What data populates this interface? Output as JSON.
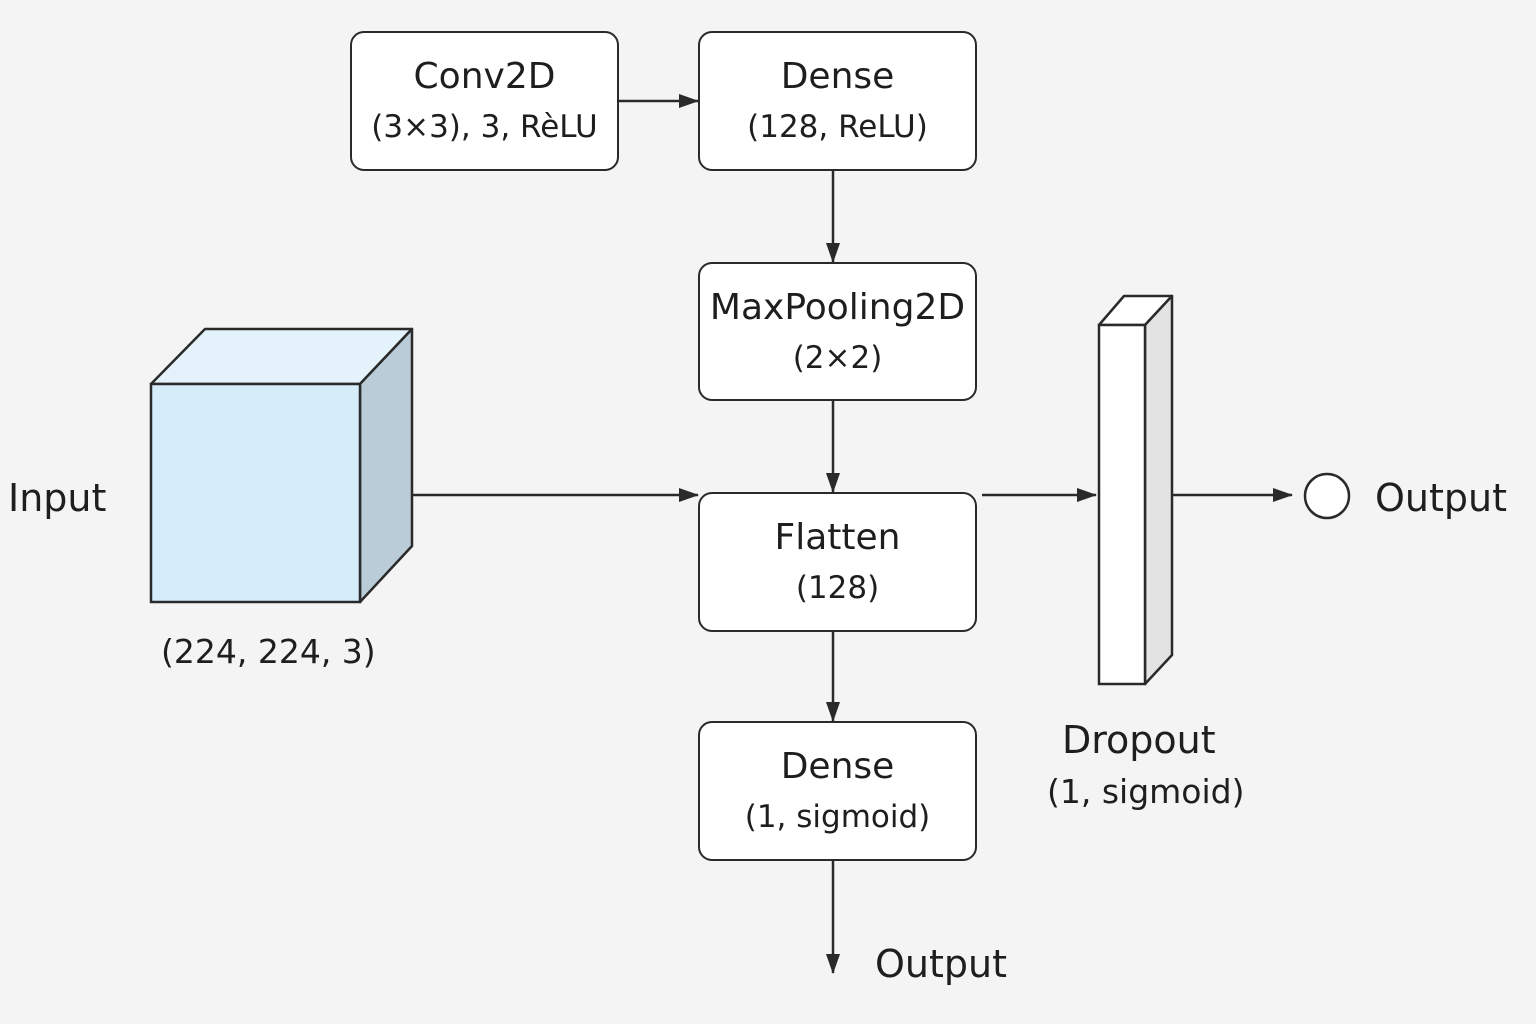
{
  "input": {
    "label": "Input",
    "shape": "(224, 224, 3)"
  },
  "layers": {
    "conv": {
      "title": "Conv2D",
      "params": "(3×3), 3, RèLU"
    },
    "dense1": {
      "title": "Dense",
      "params": "(128, ReLU)"
    },
    "pool": {
      "title": "MaxPooling2D",
      "params": "(2×2)"
    },
    "flatten": {
      "title": "Flatten",
      "params": "(128)"
    },
    "dense2": {
      "title": "Dense",
      "params": "(1, sigmoid)"
    },
    "dropout": {
      "title": "Dropout",
      "params": "(1, sigmoid)"
    }
  },
  "outputs": {
    "bottom": "Output",
    "right": "Output"
  },
  "colors": {
    "stroke": "#2a2a2a",
    "cube_front": "#d6ecfa",
    "cube_top": "#e3f2fb",
    "cube_side": "#b9ccd8",
    "slab_front": "#ffffff",
    "slab_side": "#e3e3e3"
  }
}
